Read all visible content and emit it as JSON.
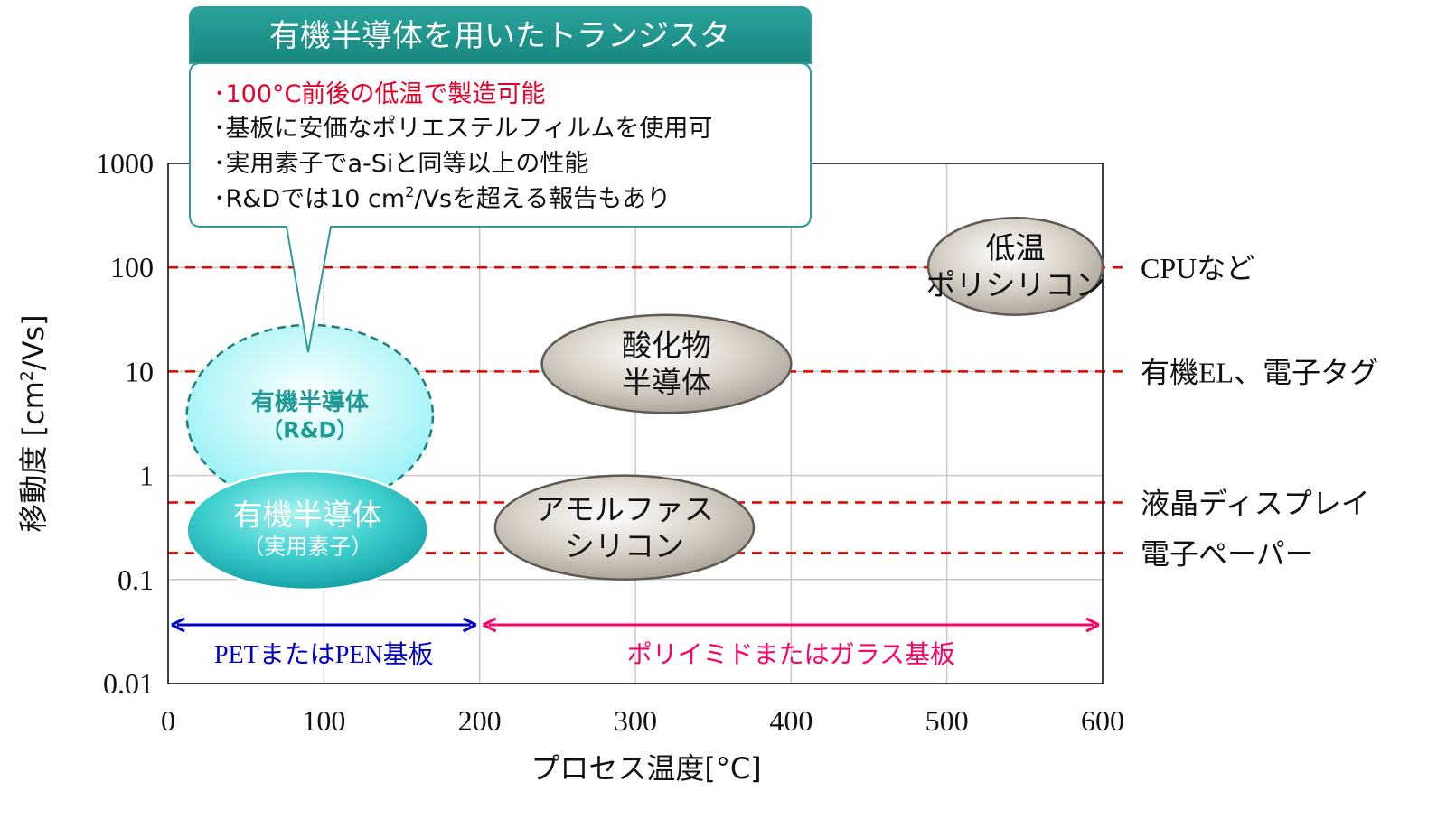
{
  "chart_data": {
    "type": "scatter",
    "xlabel": "プロセス温度[°C]",
    "ylabel_main": "移動度 [cm",
    "ylabel_sup": "2",
    "ylabel_tail": "/Vs]",
    "xlim": [
      0,
      600
    ],
    "ylim": [
      0.01,
      1000
    ],
    "y_scale": "log",
    "x_ticks": [
      {
        "value": 0,
        "label": "0"
      },
      {
        "value": 100,
        "label": "100"
      },
      {
        "value": 200,
        "label": "200"
      },
      {
        "value": 300,
        "label": "300"
      },
      {
        "value": 400,
        "label": "400"
      },
      {
        "value": 500,
        "label": "500"
      },
      {
        "value": 600,
        "label": "600"
      }
    ],
    "y_ticks": [
      {
        "value": 1000,
        "label": "1000"
      },
      {
        "value": 100,
        "label": "100"
      },
      {
        "value": 10,
        "label": "10"
      },
      {
        "value": 1,
        "label": "1"
      },
      {
        "value": 0.1,
        "label": "0.1"
      },
      {
        "value": 0.01,
        "label": "0.01"
      }
    ],
    "grid": true,
    "reference_lines": [
      {
        "y": 100,
        "label": "CPUなど"
      },
      {
        "y": 10,
        "label": "有機EL、電子タグ"
      },
      {
        "y": 0.55,
        "label": "液晶ディスプレイ"
      },
      {
        "y": 0.18,
        "label": "電子ペーパー"
      }
    ],
    "regions": [
      {
        "name": "organic-rd",
        "line1": "有機半導体",
        "line2": "（R&D）",
        "x_range": [
          12,
          170
        ],
        "y_range": [
          0.5,
          28
        ],
        "style": "dashed-light"
      },
      {
        "name": "organic-practical",
        "line1": "有機半導体",
        "line2": "（実用素子）",
        "x_range": [
          12,
          167
        ],
        "y_range": [
          0.08,
          1.1
        ],
        "style": "teal"
      },
      {
        "name": "oxide",
        "line1": "酸化物",
        "line2": "半導体",
        "x_range": [
          240,
          400
        ],
        "y_range": [
          4,
          35
        ],
        "style": "gray"
      },
      {
        "name": "amorphous-si",
        "line1": "アモルファス",
        "line2": "シリコン",
        "x_range": [
          210,
          376
        ],
        "y_range": [
          0.1,
          1.0
        ],
        "style": "gray"
      },
      {
        "name": "ltps",
        "line1": "低温",
        "line2": "ポリシリコン",
        "x_range": [
          488,
          600
        ],
        "y_range": [
          35,
          300
        ],
        "style": "gray"
      }
    ],
    "substrate_ranges": [
      {
        "label": "PETまたはPEN基板",
        "x_range": [
          0,
          200
        ],
        "color": "#0000c8"
      },
      {
        "label": "ポリイミドまたはガラス基板",
        "x_range": [
          200,
          600
        ],
        "color": "#ff0066"
      }
    ]
  },
  "callout": {
    "title": "有機半導体を用いたトランジスタ",
    "line1": "･100°C前後の低温で製造可能",
    "line2": "･基板に安価なポリエステルフィルムを使用可",
    "line3": "･実用素子でa-Siと同等以上の性能",
    "line4_pre": "･R&Dでは10 cm",
    "line4_sup": "2",
    "line4_post": "/Vsを超える報告もあり"
  },
  "colors": {
    "callout_header": "#1e8f86",
    "callout_border": "#2a9d95",
    "highlight_text": "#e8002d",
    "reference_line": "#e60000",
    "grid": "#c8c8c8",
    "teal_text": "#1f9a96"
  }
}
